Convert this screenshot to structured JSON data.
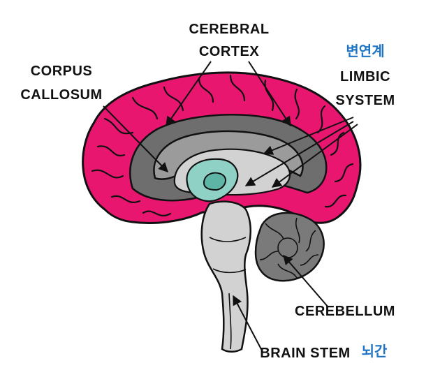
{
  "labels": {
    "cerebral_cortex": {
      "line1": "CEREBRAL",
      "line2": "CORTEX"
    },
    "corpus_callosum": {
      "line1": "CORPUS",
      "line2": "CALLOSUM"
    },
    "limbic_system": {
      "line1": "LIMBIC",
      "line2": "SYSTEM",
      "korean": "변연계"
    },
    "cerebellum": {
      "text": "CEREBELLUM"
    },
    "brain_stem": {
      "text": "BRAIN STEM",
      "korean": "뇌간"
    }
  },
  "colors": {
    "cortex": "#e8166f",
    "white_matter": "#9b9b9b",
    "corpus_callosum": "#6e6e6e",
    "limbic": "#8fd1c4",
    "limbic_dark": "#5fb5a5",
    "brainstem": "#d2d2d2",
    "cerebellum": "#7a7a7a",
    "outline": "#111111",
    "label_text": "#111111",
    "korean_text": "#1d74c6"
  }
}
